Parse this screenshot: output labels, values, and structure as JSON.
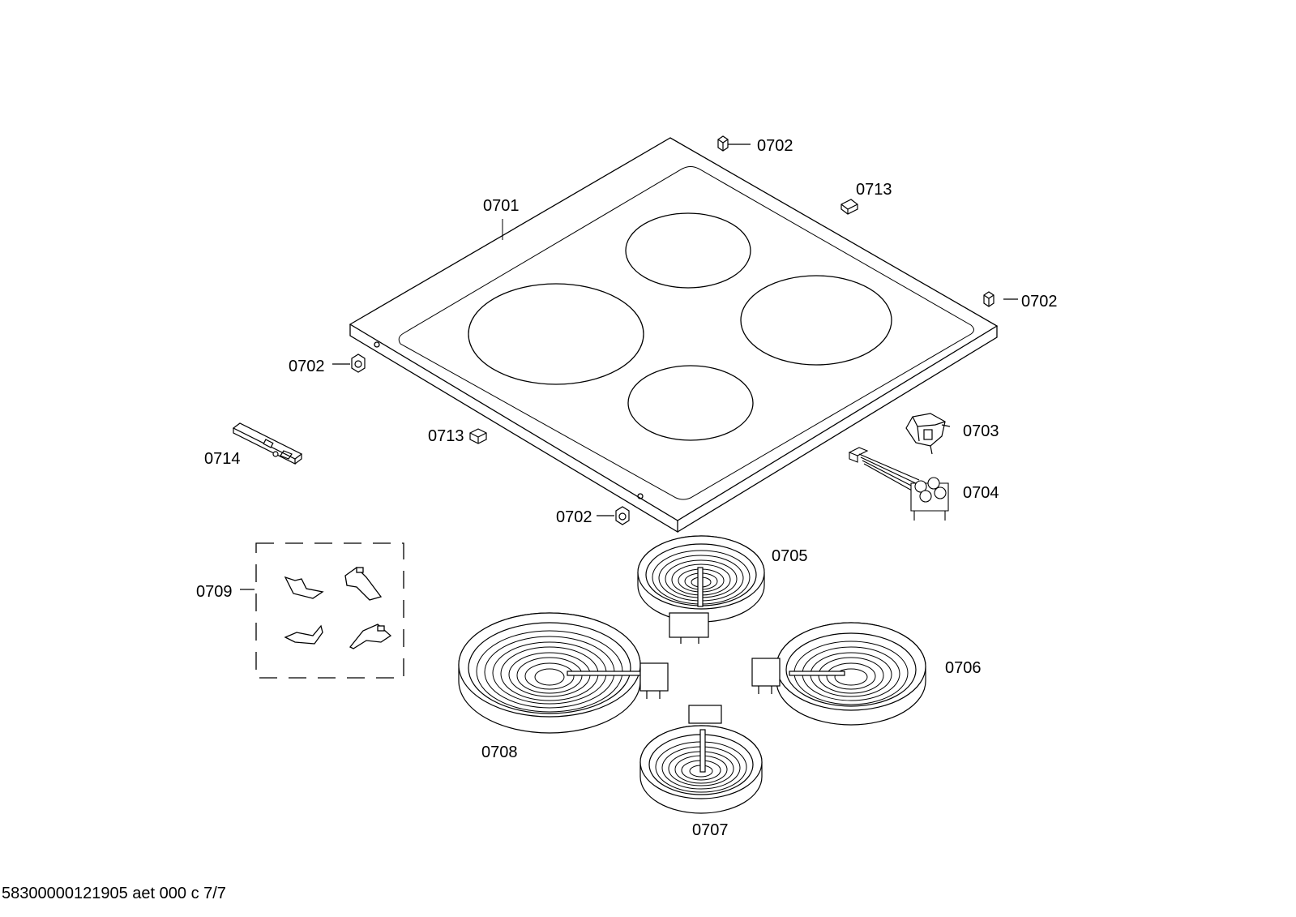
{
  "labels": {
    "top_glass": "0701",
    "clip_top": "0702",
    "clip_right": "0702",
    "clip_left": "0702",
    "clip_bottom": "0702",
    "pad_right": "0713",
    "pad_left": "0713",
    "bracket": "0714",
    "limiter": "0703",
    "connector": "0704",
    "heater_rear": "0705",
    "heater_right": "0706",
    "heater_front": "0707",
    "heater_left": "0708",
    "clip_set": "0709"
  },
  "footer": "58300000121905 aet 000 c 7/7"
}
